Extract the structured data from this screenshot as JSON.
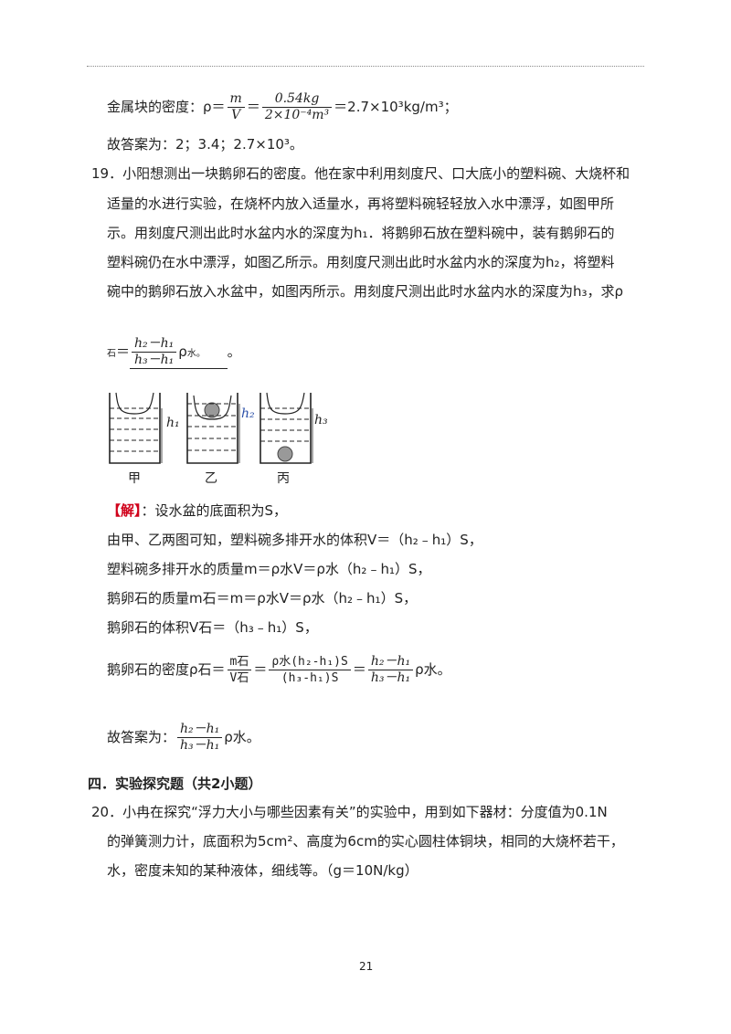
{
  "line1": {
    "prefix": "金属块的密度：ρ＝",
    "frac1_num": "m",
    "frac1_den": "V",
    "eq": "＝",
    "frac2_num": "0.54kg",
    "frac2_den": "2×10⁻⁴m³",
    "result": "＝2.7×10³kg/m³；"
  },
  "line2": "故答案为：2；3.4；2.7×10³。",
  "q19": {
    "l1": "19．小阳想测出一块鹅卵石的密度。他在家中利用刻度尺、口大底小的塑料碗、大烧杯和",
    "l2": "适量的水进行实验，在烧杯内放入适量水，再将塑料碗轻轻放入水中漂浮，如图甲所",
    "l3": "示。用刻度尺测出此时水盆内水的深度为h₁．将鹅卵石放在塑料碗中，装有鹅卵石的",
    "l4": "塑料碗仍在水中漂浮，如图乙所示。用刻度尺测出此时水盆内水的深度为h₂，将塑料",
    "l5": "碗中的鹅卵石放入水盆中，如图丙所示。用刻度尺测出此时水盆内水的深度为h₃，求ρ",
    "ans_sub": "石",
    "ans_eq": "＝",
    "ans_num": "h₂－h₁",
    "ans_den": "h₃－h₁",
    "ans_rho": "ρ",
    "ans_water": "水",
    "ans_end": "。",
    "ans_tail": "。"
  },
  "figure": {
    "label_jia": "甲",
    "label_yi": "乙",
    "label_bing": "丙",
    "h1": "h₁",
    "h2": "h₂",
    "h3": "h₃"
  },
  "sol": {
    "tag": "【解】",
    "l1": "：设水盆的底面积为S，",
    "l2": "由甲、乙两图可知，塑料碗多排开水的体积V＝（h₂﹣h₁）S，",
    "l3": "塑料碗多排开水的质量m＝ρ水V＝ρ水（h₂﹣h₁）S，",
    "l4": "鹅卵石的质量m石＝m＝ρ水V＝ρ水（h₂﹣h₁）S，",
    "l5": "鹅卵石的体积V石＝（h₃﹣h₁）S，",
    "l6_prefix": "鹅卵石的密度ρ石＝",
    "l6_f1_num": "m石",
    "l6_f1_den": "V石",
    "l6_eq1": "＝",
    "l6_f2_num": "ρ水(h₂-h₁)S",
    "l6_f2_den": "(h₃-h₁)S",
    "l6_eq2": "＝",
    "l6_f3_num": "h₂－h₁",
    "l6_f3_den": "h₃－h₁",
    "l6_end": "ρ水。"
  },
  "ans19": {
    "prefix": "故答案为：",
    "num": "h₂－h₁",
    "den": "h₃－h₁",
    "end": "ρ水。"
  },
  "section4": "四．实验探究题（共2小题）",
  "q20": {
    "l1": "20．小冉在探究“浮力大小与哪些因素有关”的实验中，用到如下器材：分度值为0.1N",
    "l2": "的弹簧测力计，底面积为5cm²、高度为6cm的实心圆柱体铜块，相同的大烧杯若干，",
    "l3": "水，密度未知的某种液体，细线等。（g＝10N/kg）"
  },
  "page_number": "21"
}
